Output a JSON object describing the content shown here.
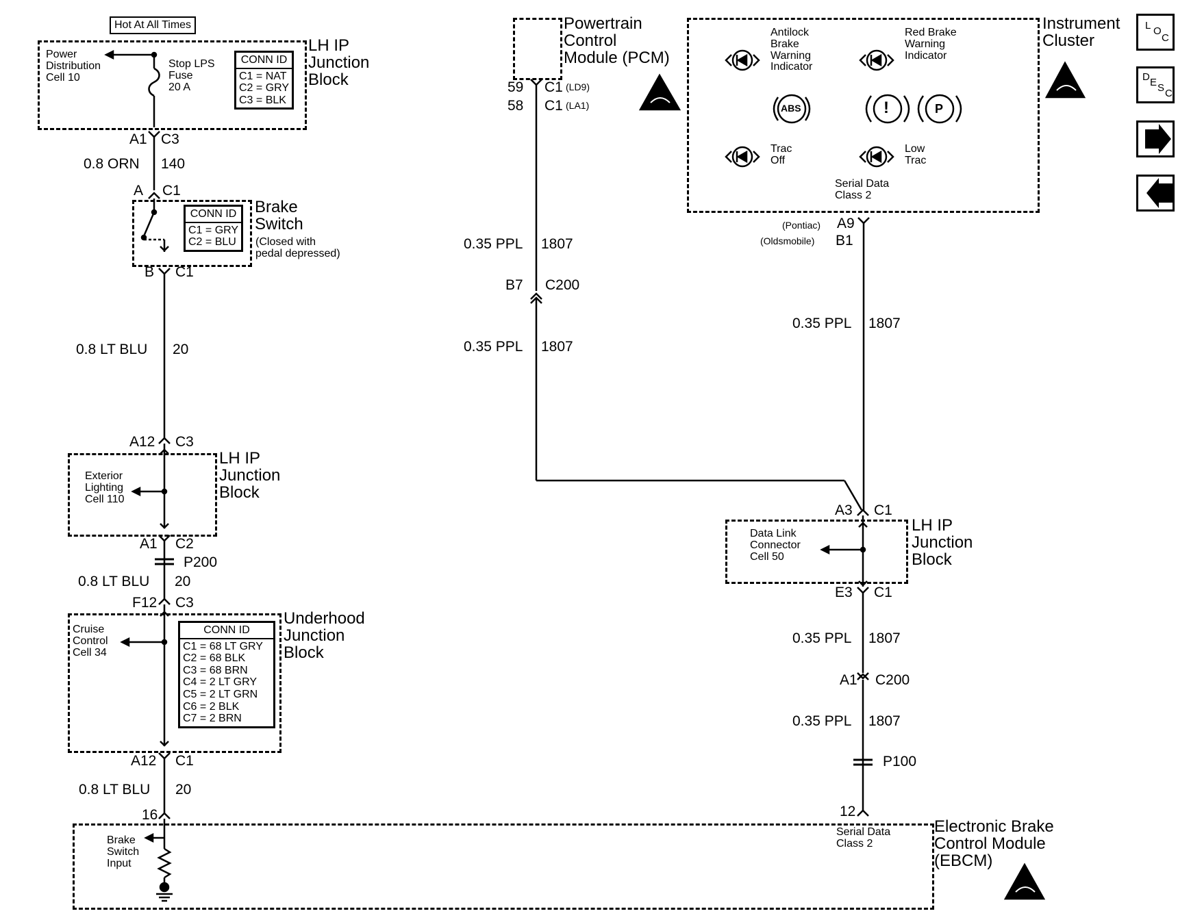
{
  "header": {
    "hot_label": "Hot At All Times"
  },
  "lh_ip_jb_top": {
    "title": "LH IP\nJunction\nBlock",
    "power_dist": "Power\nDistribution\nCell 10",
    "fuse": "Stop LPS\nFuse\n20 A",
    "conn_id_header": "CONN ID",
    "conn_ids": [
      "C1 = NAT",
      "C2 = GRY",
      "C3 = BLK"
    ],
    "pin_left": "A1",
    "pin_right": "C3"
  },
  "wire1": {
    "gauge": "0.8 ORN",
    "circuit": "140"
  },
  "brake_switch": {
    "title": "Brake\nSwitch",
    "note": "(Closed with\npedal depressed)",
    "conn_id_header": "CONN ID",
    "conn_ids": [
      "C1 = GRY",
      "C2 = BLU"
    ],
    "pin_top_left": "A",
    "pin_top_right": "C1",
    "pin_bot_left": "B",
    "pin_bot_right": "C1"
  },
  "wire2": {
    "gauge": "0.8 LT BLU",
    "circuit": "20"
  },
  "lh_ip_jb_mid": {
    "title": "LH IP\nJunction\nBlock",
    "ext_light": "Exterior\nLighting\nCell 110",
    "pin_top_left": "A12",
    "pin_top_right": "C3",
    "pin_bot_left": "A1",
    "pin_bot_right": "C2"
  },
  "splice_p200": "P200",
  "wire3": {
    "gauge": "0.8 LT BLU",
    "circuit": "20"
  },
  "underhood_jb": {
    "title": "Underhood\nJunction\nBlock",
    "cruise": "Cruise\nControl\nCell 34",
    "conn_id_header": "CONN ID",
    "conn_ids": [
      "C1 = 68 LT GRY",
      "C2 = 68 BLK",
      "C3 = 68 BRN",
      "C4 = 2 LT GRY",
      "C5 = 2 LT GRN",
      "C6 = 2 BLK",
      "C7 = 2 BRN"
    ],
    "pin_top_left": "F12",
    "pin_top_right": "C3",
    "pin_bot_left": "A12",
    "pin_bot_right": "C1"
  },
  "wire4": {
    "gauge": "0.8 LT BLU",
    "circuit": "20"
  },
  "ebcm": {
    "pin_left": "16",
    "brake_input": "Brake\nSwitch\nInput",
    "pin_right": "12",
    "serial": "Serial Data\nClass 2",
    "title": "Electronic Brake\nControl Module\n(EBCM)"
  },
  "pcm": {
    "title": "Powertrain\nControl\nModule (PCM)",
    "pin1": "59",
    "conn1": "C1",
    "opt1": "(LD9)",
    "pin2": "58",
    "conn2": "C1",
    "opt2": "(LA1)"
  },
  "wire_pcm1": {
    "gauge": "0.35 PPL",
    "circuit": "1807"
  },
  "c200_top": {
    "pin": "B7",
    "conn": "C200"
  },
  "wire_pcm2": {
    "gauge": "0.35 PPL",
    "circuit": "1807"
  },
  "cluster": {
    "title": "Instrument\nCluster",
    "abs_warn": "Antilock\nBrake\nWarning\nIndicator",
    "red_brake": "Red Brake\nWarning\nIndicator",
    "abs_sym": "ABS",
    "excl_sym": "!",
    "p_sym": "P",
    "trac_off": "Trac\nOff",
    "low_trac": "Low\nTrac",
    "serial": "Serial Data\nClass 2",
    "pontiac": "(Pontiac)",
    "pin_pontiac": "A9",
    "olds": "(Oldsmobile)",
    "pin_olds": "B1"
  },
  "wire_ic": {
    "gauge": "0.35 PPL",
    "circuit": "1807"
  },
  "lh_ip_jb_right": {
    "title": "LH IP\nJunction\nBlock",
    "dlc": "Data Link\nConnector\nCell 50",
    "pin_top_left": "A3",
    "pin_top_right": "C1",
    "pin_bot_left": "E3",
    "pin_bot_right": "C1"
  },
  "wire_r1": {
    "gauge": "0.35 PPL",
    "circuit": "1807"
  },
  "c200_bot": {
    "pin": "A1",
    "conn": "C200"
  },
  "wire_r2": {
    "gauge": "0.35 PPL",
    "circuit": "1807"
  },
  "splice_p100": "P100",
  "nav": {
    "loc": [
      "L",
      "O",
      "C"
    ],
    "desc": [
      "D",
      "E",
      "S",
      "C"
    ],
    "next_icon": "arrow-right-icon",
    "prev_icon": "arrow-left-icon"
  }
}
